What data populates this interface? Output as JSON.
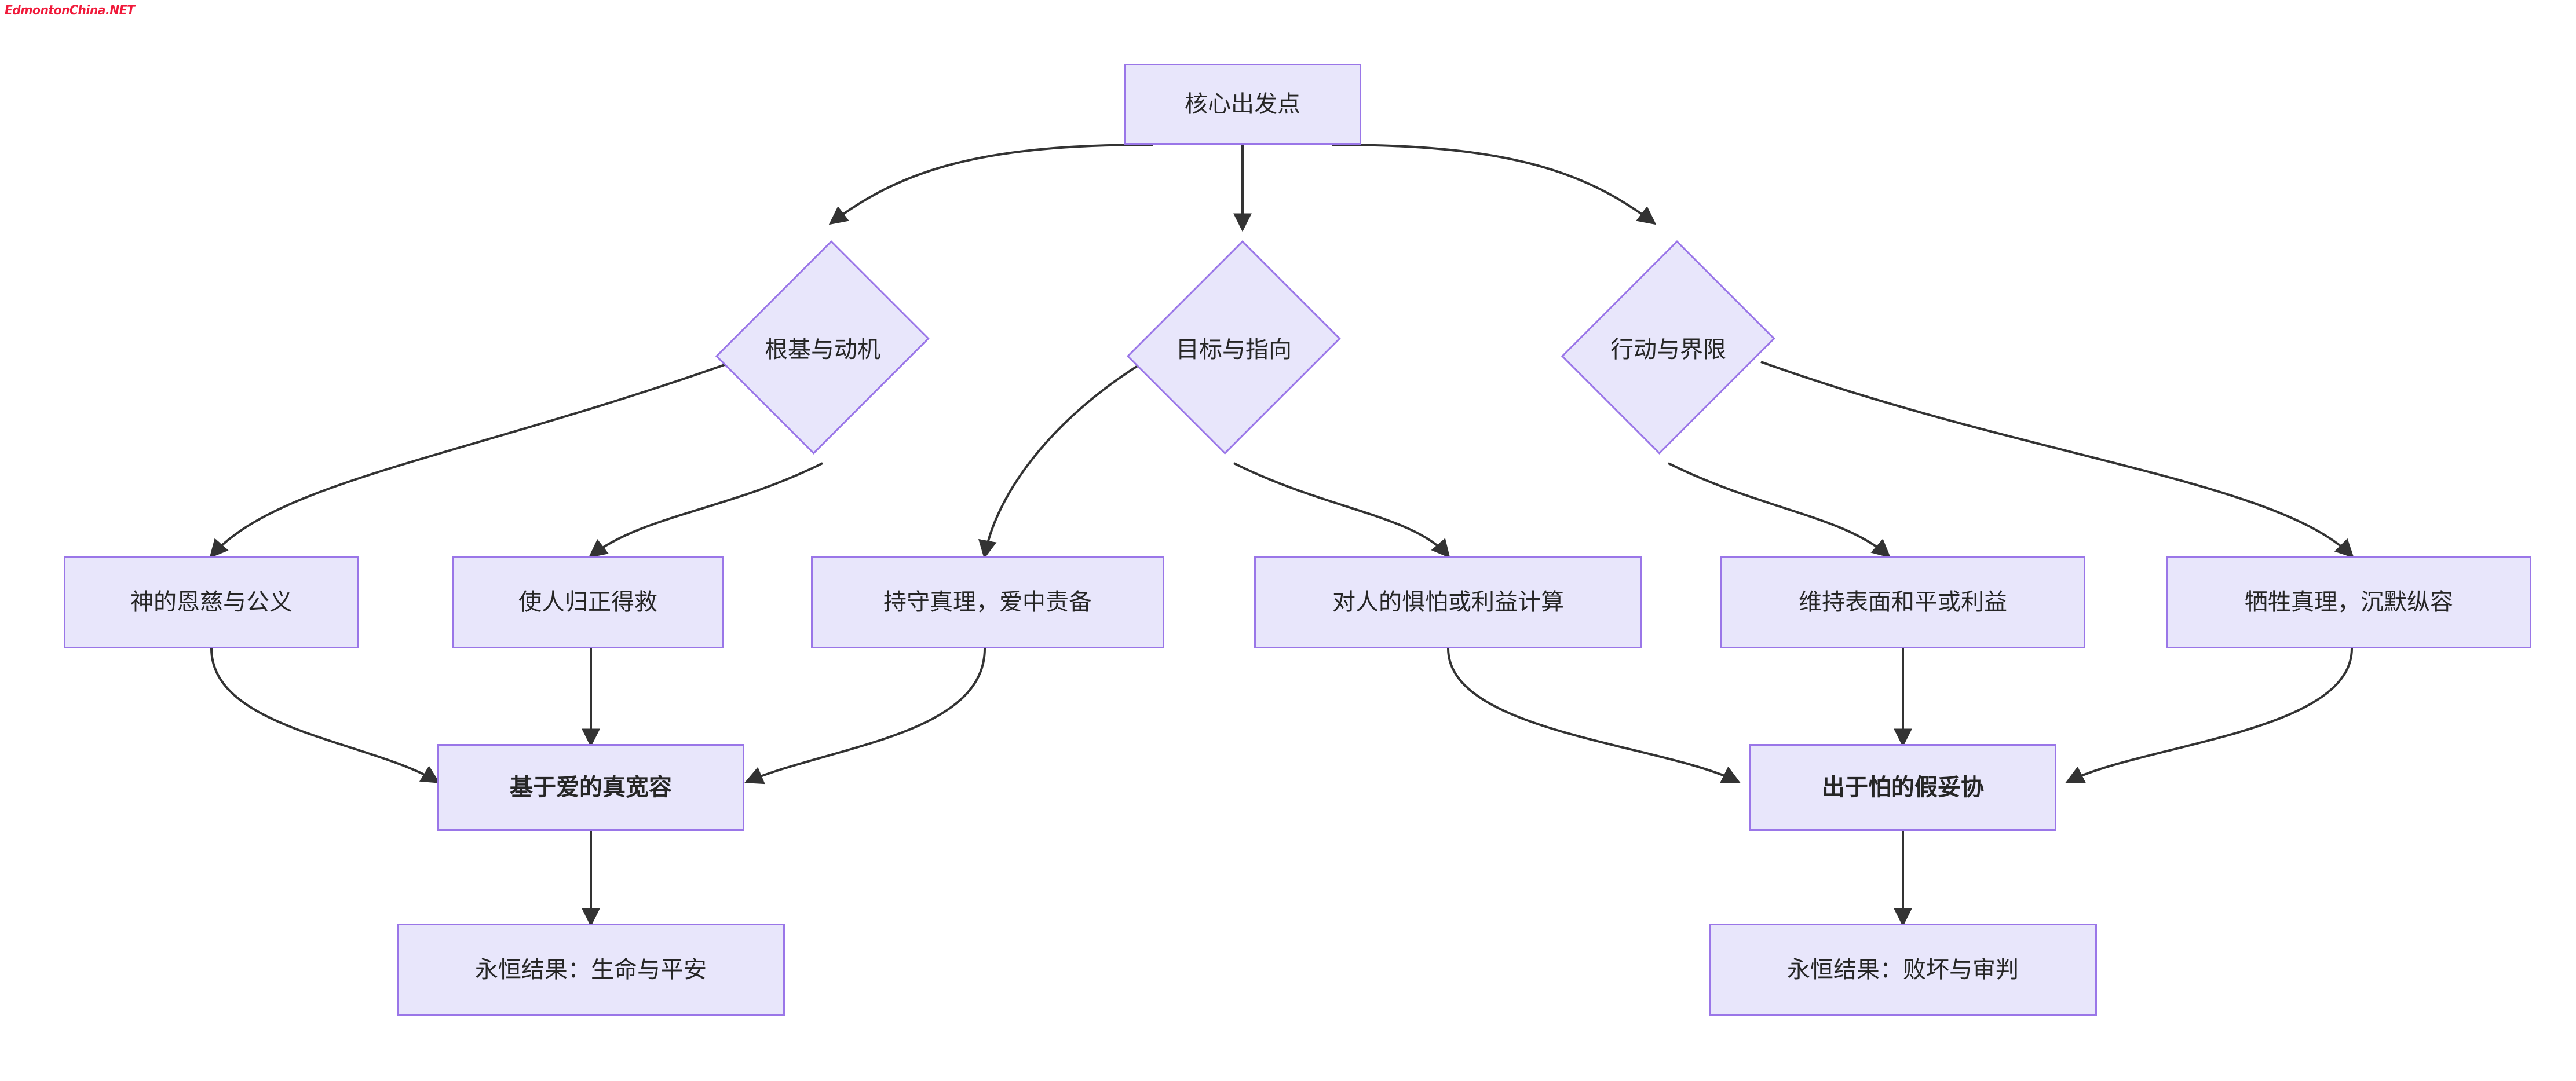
{
  "watermark": {
    "text": "EdmontonChina.NET",
    "color": "#f01a3a"
  },
  "theme": {
    "node_fill": "#e8e6fb",
    "node_border": "#9a76e8",
    "node_text": "#262626",
    "edge_color": "#333333",
    "background": "#ffffff"
  },
  "chart_data": {
    "type": "diagram",
    "diagram_type": "flowchart",
    "direction": "top-down",
    "title": "",
    "nodes": [
      {
        "id": "root",
        "label": "核心出发点",
        "shape": "rect",
        "bold": false
      },
      {
        "id": "d1",
        "label": "根基与动机",
        "shape": "diamond",
        "bold": false
      },
      {
        "id": "d2",
        "label": "目标与指向",
        "shape": "diamond",
        "bold": false
      },
      {
        "id": "d3",
        "label": "行动与界限",
        "shape": "diamond",
        "bold": false
      },
      {
        "id": "b1",
        "label": "神的恩慈与公义",
        "shape": "rect",
        "bold": false
      },
      {
        "id": "b2",
        "label": "使人归正得救",
        "shape": "rect",
        "bold": false
      },
      {
        "id": "b3",
        "label": "持守真理，爱中责备",
        "shape": "rect",
        "bold": false
      },
      {
        "id": "b4",
        "label": "对人的惧怕或利益计算",
        "shape": "rect",
        "bold": false
      },
      {
        "id": "b5",
        "label": "维持表面和平或利益",
        "shape": "rect",
        "bold": false
      },
      {
        "id": "b6",
        "label": "牺牲真理，沉默纵容",
        "shape": "rect",
        "bold": false
      },
      {
        "id": "good",
        "label": "基于爱的真宽容",
        "shape": "rect",
        "bold": true
      },
      {
        "id": "bad",
        "label": "出于怕的假妥协",
        "shape": "rect",
        "bold": true
      },
      {
        "id": "res1",
        "label": "永恒结果：生命与平安",
        "shape": "rect",
        "bold": false
      },
      {
        "id": "res2",
        "label": "永恒结果：败坏与审判",
        "shape": "rect",
        "bold": false
      }
    ],
    "edges": [
      {
        "from": "root",
        "to": "d1"
      },
      {
        "from": "root",
        "to": "d2"
      },
      {
        "from": "root",
        "to": "d3"
      },
      {
        "from": "d1",
        "to": "b1"
      },
      {
        "from": "d1",
        "to": "b2"
      },
      {
        "from": "d2",
        "to": "b3"
      },
      {
        "from": "d2",
        "to": "b4"
      },
      {
        "from": "d3",
        "to": "b5"
      },
      {
        "from": "d3",
        "to": "b6"
      },
      {
        "from": "b1",
        "to": "good"
      },
      {
        "from": "b2",
        "to": "good"
      },
      {
        "from": "b3",
        "to": "good"
      },
      {
        "from": "b4",
        "to": "bad"
      },
      {
        "from": "b5",
        "to": "bad"
      },
      {
        "from": "b6",
        "to": "bad"
      },
      {
        "from": "good",
        "to": "res1"
      },
      {
        "from": "bad",
        "to": "res2"
      }
    ]
  }
}
